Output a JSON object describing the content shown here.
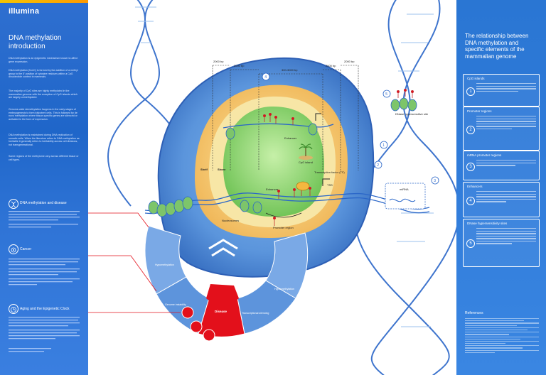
{
  "brand": {
    "logo": "illumina"
  },
  "left_panel": {
    "title_line1": "DNA methylation",
    "title_line2": "introduction",
    "intro_paragraphs": [
      "DNA methylation is an epigenetic mechanism known to affect gene expression.",
      "DNA methylation (5-mC) is formed by the addition of a methyl group to the 5' position of cytosine residues within a CpG dinucleotide context in mammals.",
      "The majority of CpG sites are highly methylated in the mammalian genome with the exception of CpG islands which are largely unmethylated.",
      "Genome-wide demethylation happens in the early stages of embryogenesis to form totipotent cells. This is followed by de novo methylation where tissue-specific genes are silenced or activated in the form of expression.",
      "DNA methylation is maintained during DNA replication of somatic cells. When the literature refers to DNA methylation as heritable it generally refers to heritability across cell divisions, not transgenerational.",
      "Some regions of the methylome vary across different tissue or cell types."
    ],
    "sections": [
      {
        "title": "DNA methylation and disease",
        "icon": "dna-icon"
      },
      {
        "title": "Cancer",
        "icon": "cancer-cell-icon"
      },
      {
        "title": "Aging and the Epigenetic Clock",
        "icon": "clock-icon"
      }
    ]
  },
  "right_panel": {
    "title": "The relationship between DNA methylation and specific elements of the mammalian genome",
    "cards": [
      {
        "num": "1",
        "title": "CpG islands"
      },
      {
        "num": "2",
        "title": "Promoter regions"
      },
      {
        "num": "3",
        "title": "mRNA promoter regions"
      },
      {
        "num": "4",
        "title": "Enhancers"
      },
      {
        "num": "5",
        "title": "DNase hypersensitivity sites"
      }
    ],
    "references_title": "References"
  },
  "diagram": {
    "bp_labels": [
      "2000 bp",
      "2000 bp",
      "300-3000 bp",
      "2000 bp",
      "2000 bp"
    ],
    "labels": {
      "enhancer_top": "Enhancer",
      "dnase_site": "DNase hypersensitive site",
      "cpg_island": "CpG island",
      "shore": "Shore",
      "shelf": "Shelf",
      "enhancer_mid": "Enhancer",
      "transcription_factor": "Transcription factor (TF)",
      "tss": "TSS",
      "mirna": "miRNA",
      "nucleosomes": "Nucleosomes",
      "promoter_region": "Promoter region"
    },
    "numbers": [
      "1",
      "2",
      "3",
      "4",
      "5"
    ],
    "wheel": {
      "center": "Disease",
      "segments": [
        "Hypomethylation",
        "Genome instability",
        "Transcriptional silencing",
        "Hypermethylation"
      ]
    }
  },
  "colors": {
    "left_bg": "#2f6fd0",
    "right_bg": "#2f7bd9",
    "nucleus_outer": "#4a86cf",
    "shelf": "#f0c070",
    "shore": "#f5e6a8",
    "cpg_island": "#8fd46e",
    "disease_red": "#e3101b",
    "dna_strand": "#2a66c8"
  }
}
